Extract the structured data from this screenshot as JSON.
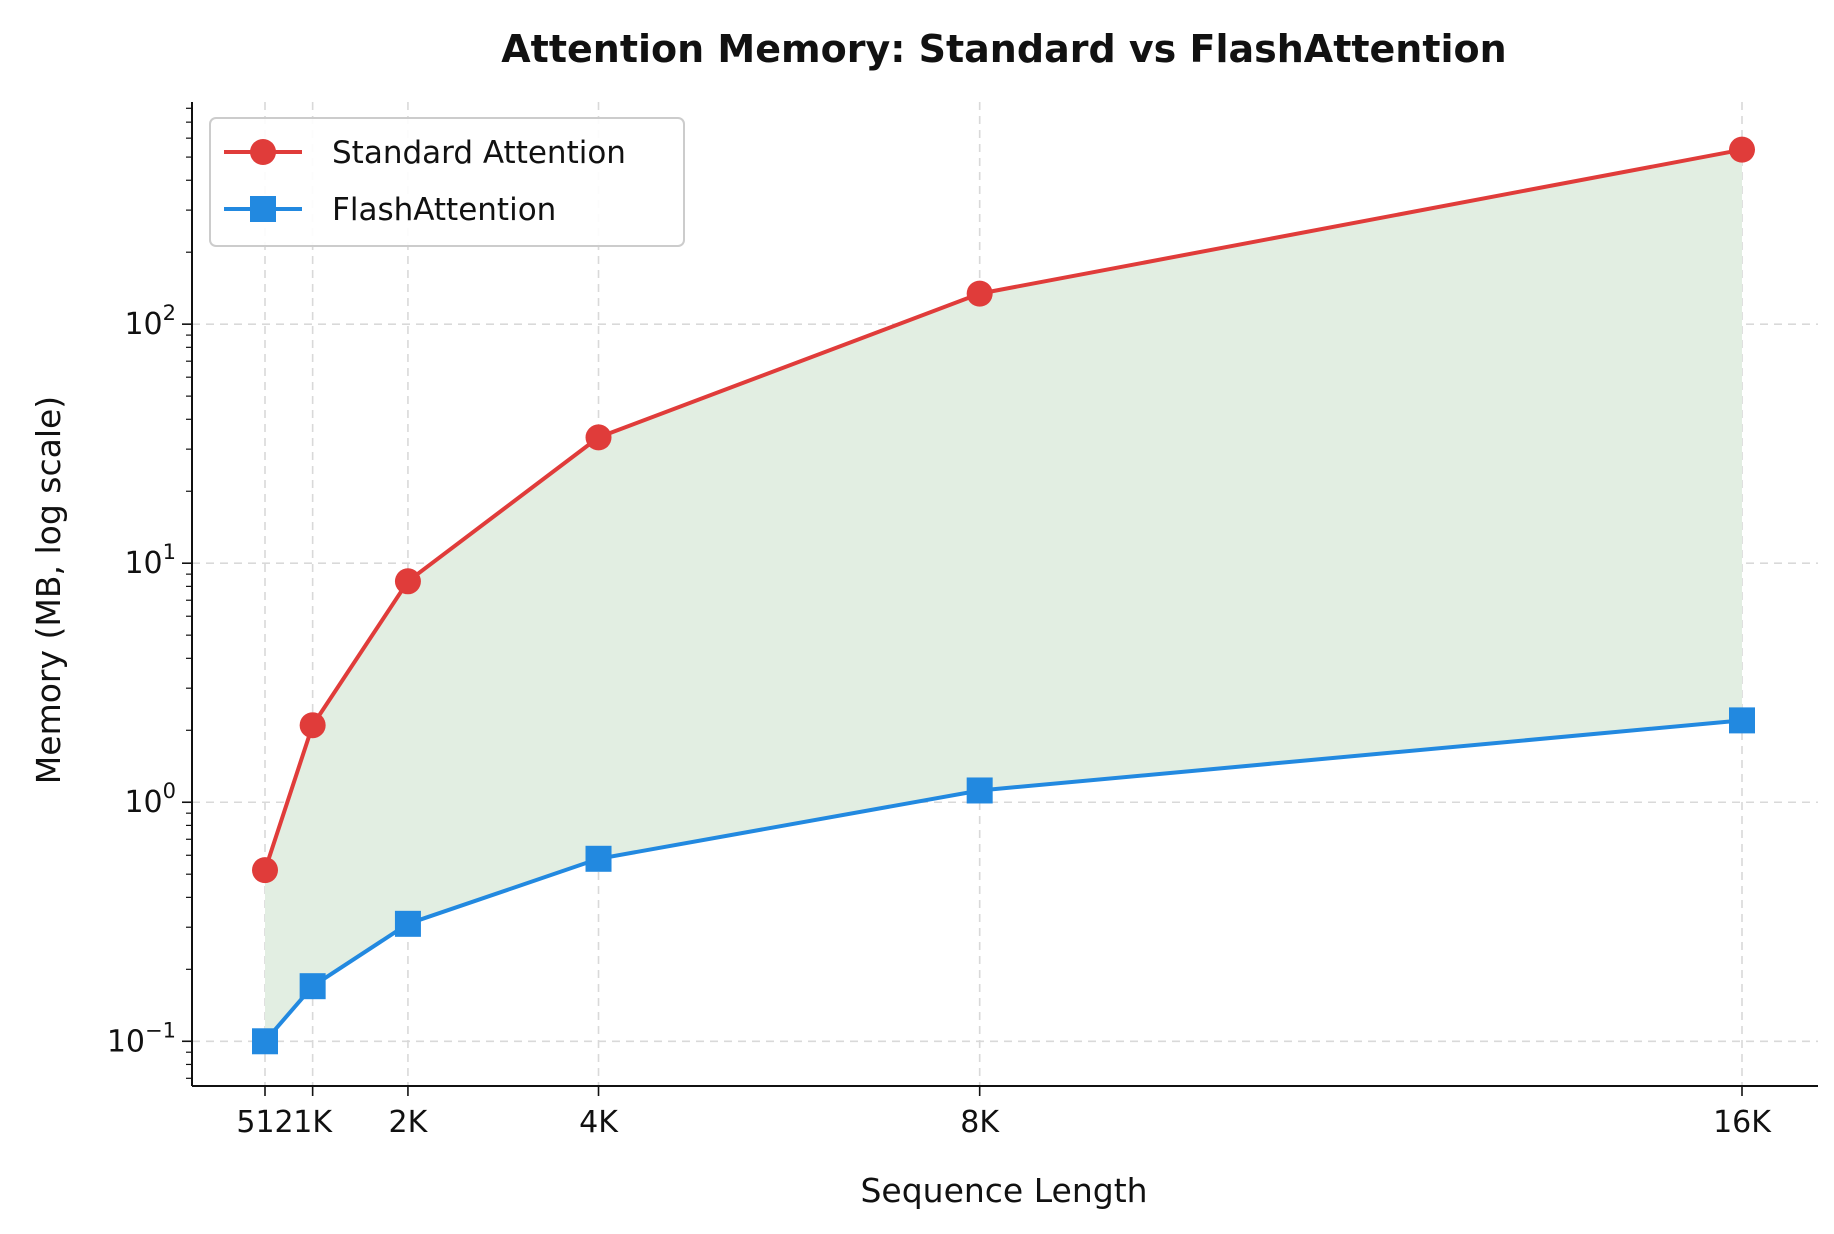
{
  "chart_data": {
    "type": "line",
    "title": "Attention Memory: Standard vs FlashAttention",
    "xlabel": "Sequence Length",
    "ylabel": "Memory (MB, log scale)",
    "yscale": "log",
    "ylim": [
      0.065,
      850
    ],
    "grid": true,
    "legend_position": "top-left",
    "fill_between": {
      "color": "#e2eee2"
    },
    "x": [
      512,
      1024,
      2048,
      4096,
      8192,
      16384
    ],
    "xtick_labels": [
      "512",
      "1K",
      "2K",
      "4K",
      "8K",
      "16K"
    ],
    "yticks": [
      {
        "value": 0.1,
        "base": "10",
        "exp": "−1"
      },
      {
        "value": 1,
        "base": "10",
        "exp": "0"
      },
      {
        "value": 10,
        "base": "10",
        "exp": "1"
      },
      {
        "value": 100,
        "base": "10",
        "exp": "2"
      }
    ],
    "series": [
      {
        "name": "Standard Attention",
        "color": "#e03c3a",
        "marker": "circle",
        "values": [
          0.52,
          2.1,
          8.4,
          33.6,
          134.2,
          537
        ]
      },
      {
        "name": "FlashAttention",
        "color": "#2289e0",
        "marker": "square",
        "values": [
          0.1,
          0.17,
          0.31,
          0.58,
          1.12,
          2.2
        ]
      }
    ]
  }
}
